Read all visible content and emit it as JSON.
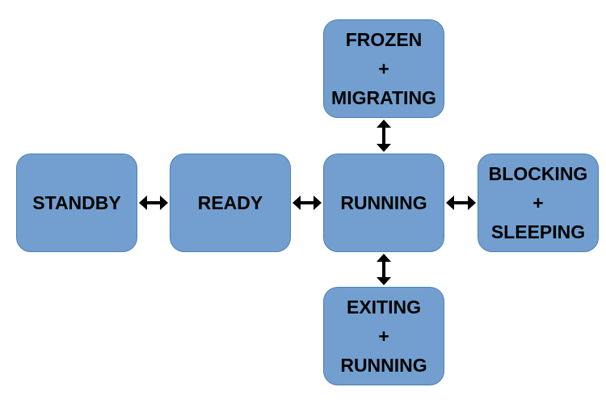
{
  "diagram": {
    "nodes": {
      "standby": {
        "lines": [
          "STANDBY"
        ]
      },
      "ready": {
        "lines": [
          "READY"
        ]
      },
      "running": {
        "lines": [
          "RUNNING"
        ]
      },
      "frozen": {
        "lines": [
          "FROZEN",
          "+",
          "MIGRATING"
        ]
      },
      "blocking": {
        "lines": [
          "BLOCKING",
          "+",
          "SLEEPING"
        ]
      },
      "exiting": {
        "lines": [
          "EXITING",
          "+",
          "RUNNING"
        ]
      }
    },
    "edges": [
      {
        "from": "standby",
        "to": "ready",
        "bidirectional": true
      },
      {
        "from": "ready",
        "to": "running",
        "bidirectional": true
      },
      {
        "from": "running",
        "to": "blocking",
        "bidirectional": true
      },
      {
        "from": "frozen",
        "to": "running",
        "bidirectional": true
      },
      {
        "from": "running",
        "to": "exiting",
        "bidirectional": true
      }
    ],
    "colors": {
      "node_fill": "#729fcf",
      "node_border": "#4f7fb3",
      "text": "#000000",
      "arrow": "#000000"
    }
  }
}
